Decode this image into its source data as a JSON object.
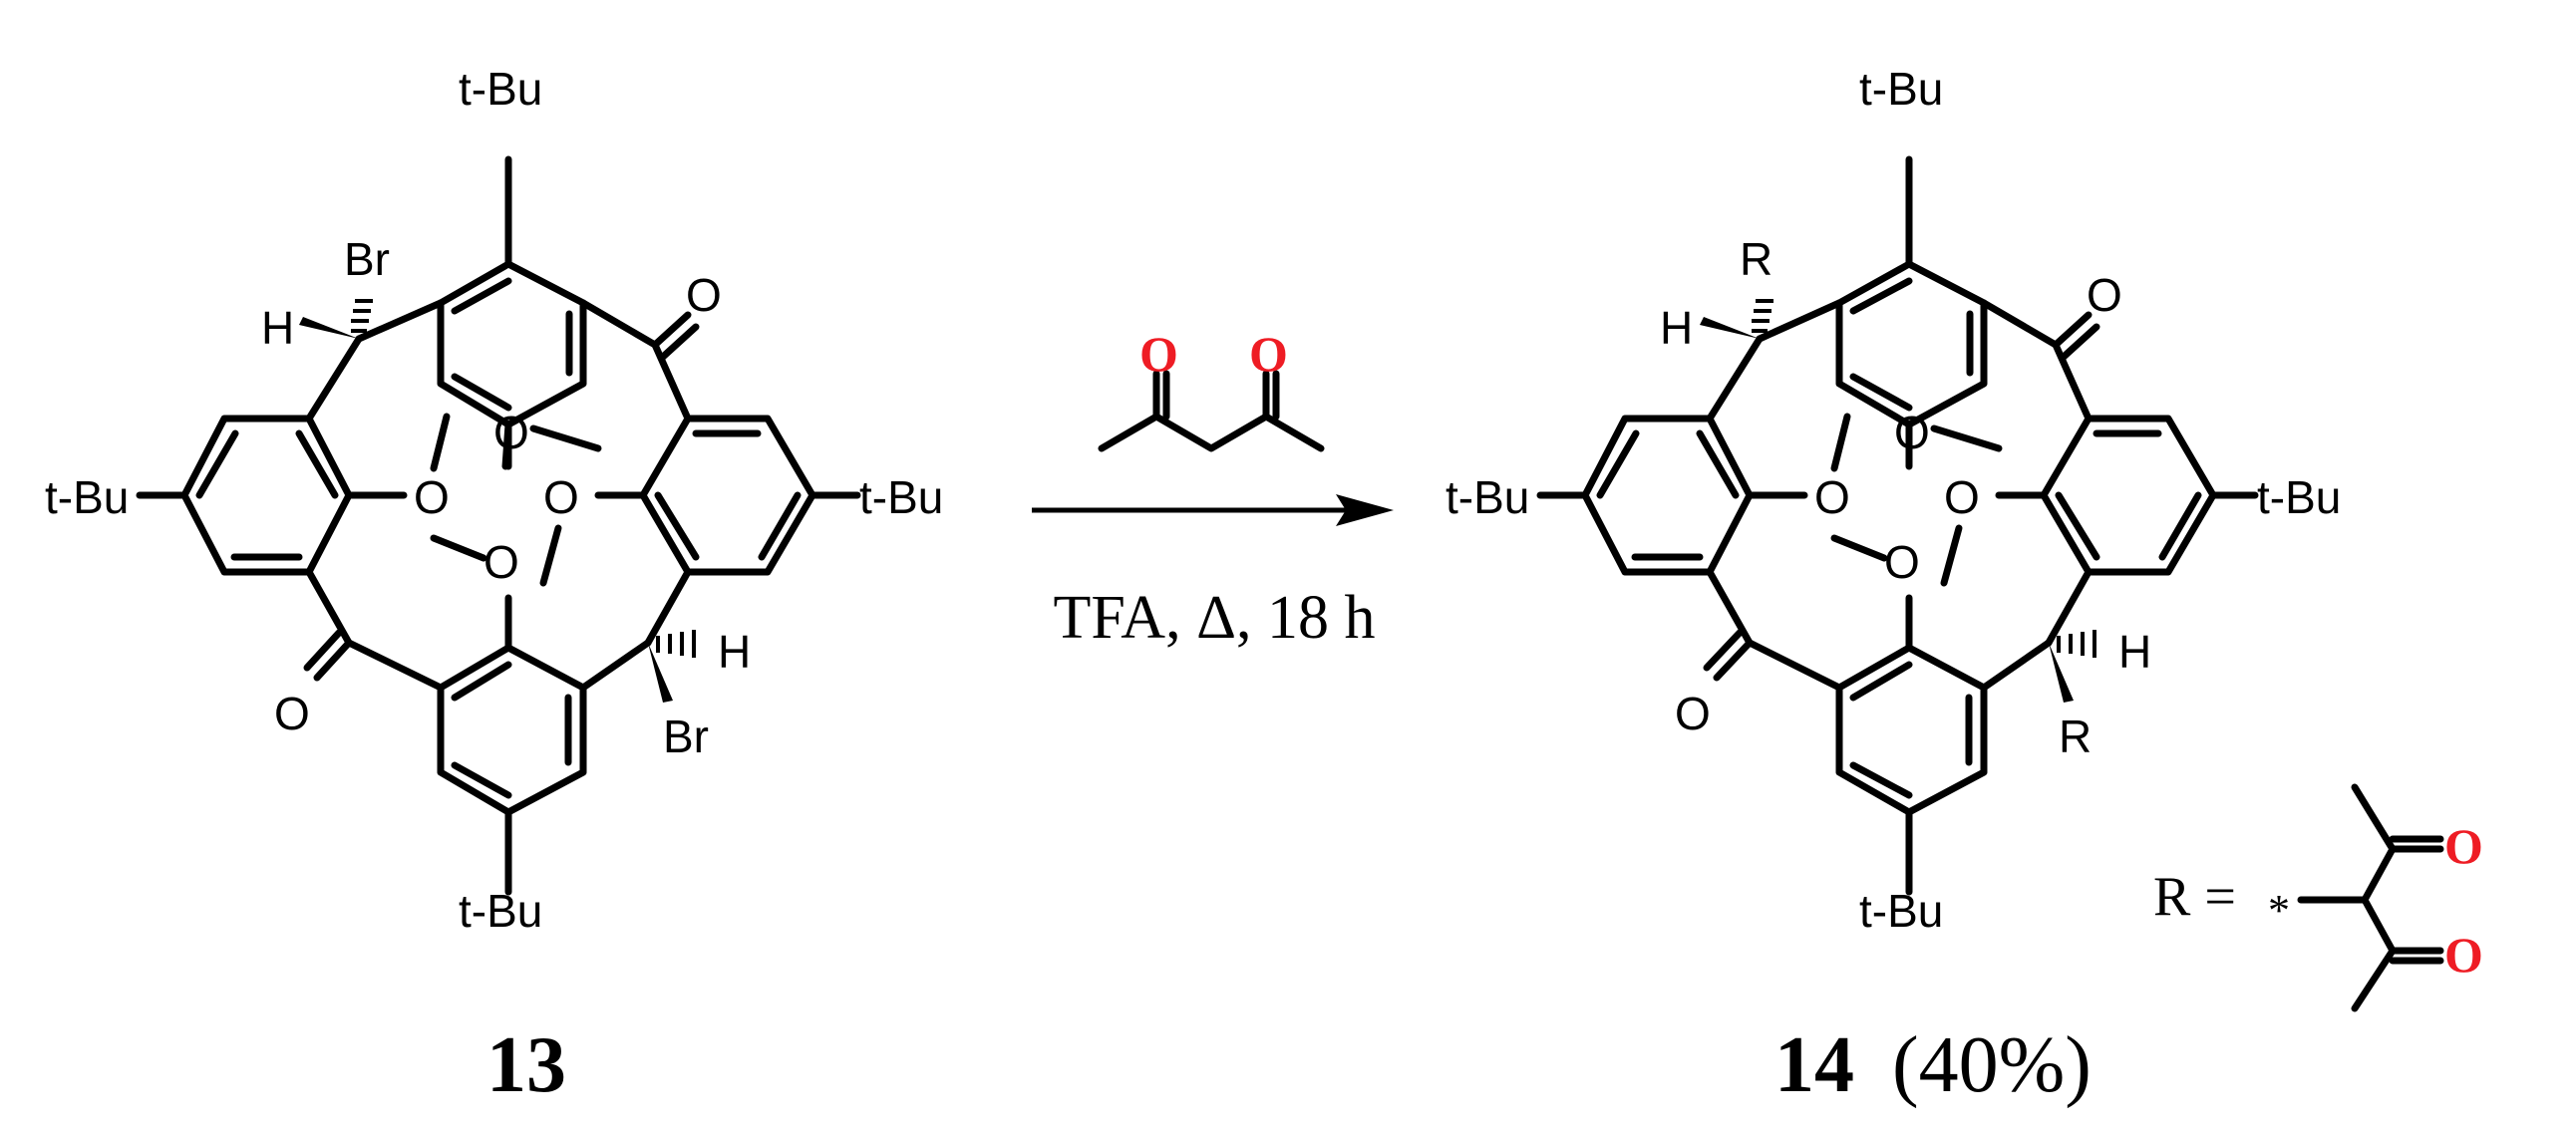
{
  "colors": {
    "ink": "#000000",
    "oxygen_highlight": "#ee1c24"
  },
  "compound_13": {
    "number": "13",
    "labels": {
      "tbu_top": "t-Bu",
      "tbu_left": "t-Bu",
      "tbu_right": "t-Bu",
      "tbu_bottom": "t-Bu",
      "br_top": "Br",
      "br_bottom": "Br",
      "h_top": "H",
      "h_bottom": "H",
      "carbonyl_top": "O",
      "carbonyl_bottom": "O",
      "ome_1": "O",
      "ome_2": "O",
      "ome_3": "O",
      "ome_4": "O"
    }
  },
  "compound_14": {
    "number": "14",
    "yield": "(40%)",
    "labels": {
      "tbu_top": "t-Bu",
      "tbu_left": "t-Bu",
      "tbu_right": "t-Bu",
      "tbu_bottom": "t-Bu",
      "r_top": "R",
      "r_bottom": "R",
      "h_top": "H",
      "h_bottom": "H",
      "carbonyl_top": "O",
      "carbonyl_bottom": "O",
      "ome_1": "O",
      "ome_2": "O",
      "ome_3": "O",
      "ome_4": "O"
    }
  },
  "reagent": {
    "o1": "O",
    "o2": "O"
  },
  "conditions": "TFA, Δ, 18 h",
  "r_definition": {
    "lhs": "R =",
    "star": "*",
    "o1": "O",
    "o2": "O"
  }
}
